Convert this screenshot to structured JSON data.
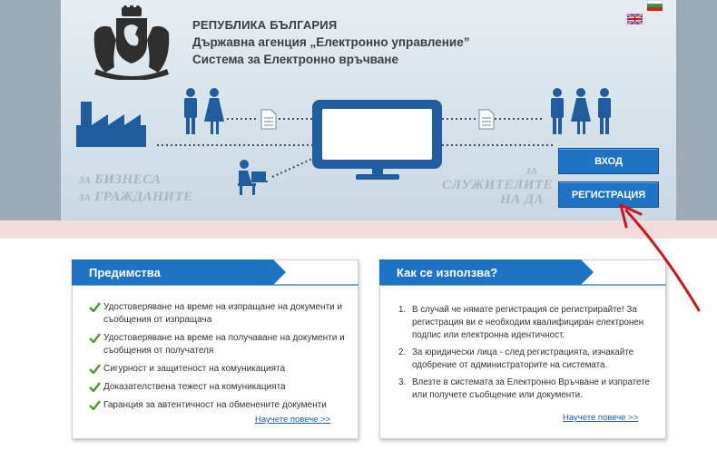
{
  "header": {
    "line1": "РЕПУБЛИКА БЪЛГАРИЯ",
    "line2": "Държавна агенция „Електронно управление”",
    "line3": "Система за Електронно връчване"
  },
  "hero": {
    "business_prefix": "ЗА",
    "business": "БИЗНЕСА",
    "citizens_prefix": "ЗА",
    "citizens": "ГРАЖДАНИТЕ",
    "employees_prefix": "ЗА",
    "employees": "СЛУЖИТЕЛИТЕ",
    "employees_suffix": "НА ДА"
  },
  "buttons": {
    "login": "ВХОД",
    "register": "РЕГИСТРАЦИЯ"
  },
  "advantages": {
    "title": "Предимства",
    "items": [
      "Удостоверяване на време на изпращане на документи и съобщения от изпращача",
      "Удостоверяване на време на получаване на документи и съобщения от получателя",
      "Сигурност и защитеност на комуникацията",
      "Доказателствена тежест на комуникацията",
      "Гаранция за автентичност на обменените документи"
    ],
    "more": "Научете повече >>"
  },
  "howto": {
    "title": "Как се използва?",
    "items": [
      {
        "num": "1.",
        "text": "В случай че нямате регистрация се регистрирайте! За регистрация ви е необходим квалифициран електронен подпис или електронна идентичност."
      },
      {
        "num": "2.",
        "text": "За юридически лица - след регистрацията, изчакайте одобрение от администраторите на системата."
      },
      {
        "num": "3.",
        "text": "Влезте в системата за Електронно Връчване и изпратете или получете съобщение или документи."
      }
    ],
    "more": "Научете повече >>"
  },
  "colors": {
    "accent": "#1f73c4",
    "hero_text": "#a7b6c3",
    "check": "#4c9a2a",
    "arrow": "#d0141b"
  }
}
